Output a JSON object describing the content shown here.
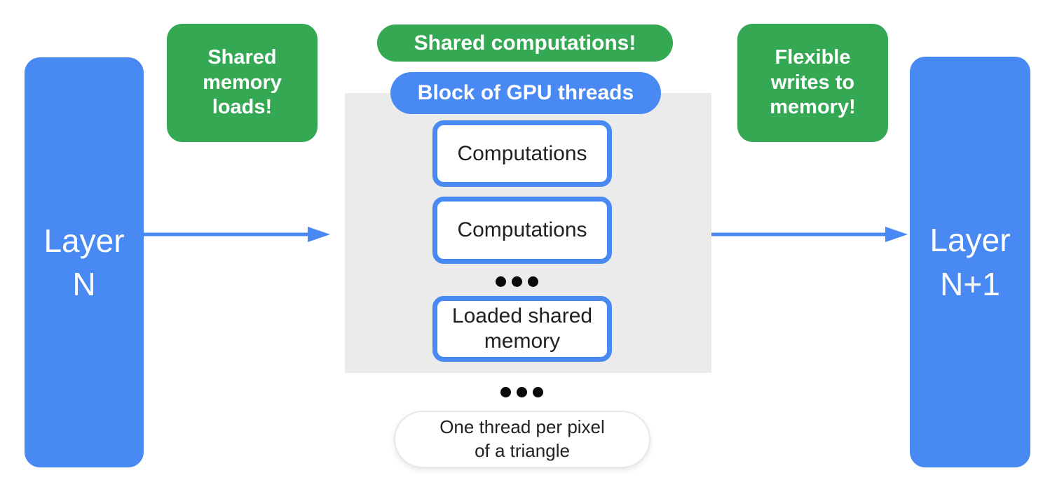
{
  "diagram": {
    "layer_left": {
      "label": "Layer\nN"
    },
    "layer_right": {
      "label": "Layer\nN+1"
    },
    "annotations": {
      "shared_memory_loads": "Shared\nmemory\nloads!",
      "shared_computations": "Shared computations!",
      "flexible_writes": "Flexible\nwrites to\nmemory!"
    },
    "gpu_block": {
      "title": "Block of GPU threads",
      "items": [
        "Computations",
        "Computations",
        "Loaded shared\nmemory"
      ]
    },
    "footnote": "One thread per pixel\nof a triangle",
    "colors": {
      "blue": "#4889f4",
      "green": "#34a853",
      "gray_block": "#ebebeb",
      "dark_text": "#202124",
      "white": "#ffffff"
    }
  }
}
